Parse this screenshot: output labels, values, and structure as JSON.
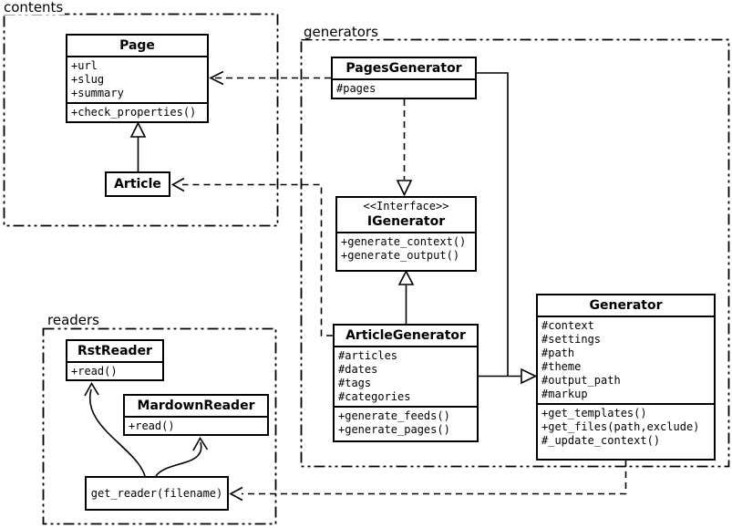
{
  "diagram": {
    "ink": "#000000",
    "background": "#ffffff"
  },
  "packages": {
    "contents": {
      "label": "contents"
    },
    "generators": {
      "label": "generators"
    },
    "readers": {
      "label": "readers"
    }
  },
  "classes": {
    "page": {
      "title": "Page",
      "attrs": [
        "+url",
        "+slug",
        "+summary"
      ],
      "methods": [
        "+check_properties()"
      ]
    },
    "article": {
      "title": "Article"
    },
    "pages_generator": {
      "title": "PagesGenerator",
      "attrs": [
        "#pages"
      ]
    },
    "igenerator": {
      "stereotype": "<<Interface>>",
      "title": "IGenerator",
      "methods": [
        "+generate_context()",
        "+generate_output()"
      ]
    },
    "article_generator": {
      "title": "ArticleGenerator",
      "attrs": [
        "#articles",
        "#dates",
        "#tags",
        "#categories"
      ],
      "methods": [
        "+generate_feeds()",
        "+generate_pages()"
      ]
    },
    "generator": {
      "title": "Generator",
      "attrs": [
        "#context",
        "#settings",
        "#path",
        "#theme",
        "#output_path",
        "#markup"
      ],
      "methods": [
        "+get_templates()",
        "+get_files(path,exclude)",
        "#_update_context()"
      ]
    },
    "rst_reader": {
      "title": "RstReader",
      "methods": [
        "+read()"
      ]
    },
    "markdown_reader": {
      "title": "MardownReader",
      "methods": [
        "+read()"
      ]
    },
    "get_reader": {
      "title": "get_reader(filename)"
    }
  }
}
